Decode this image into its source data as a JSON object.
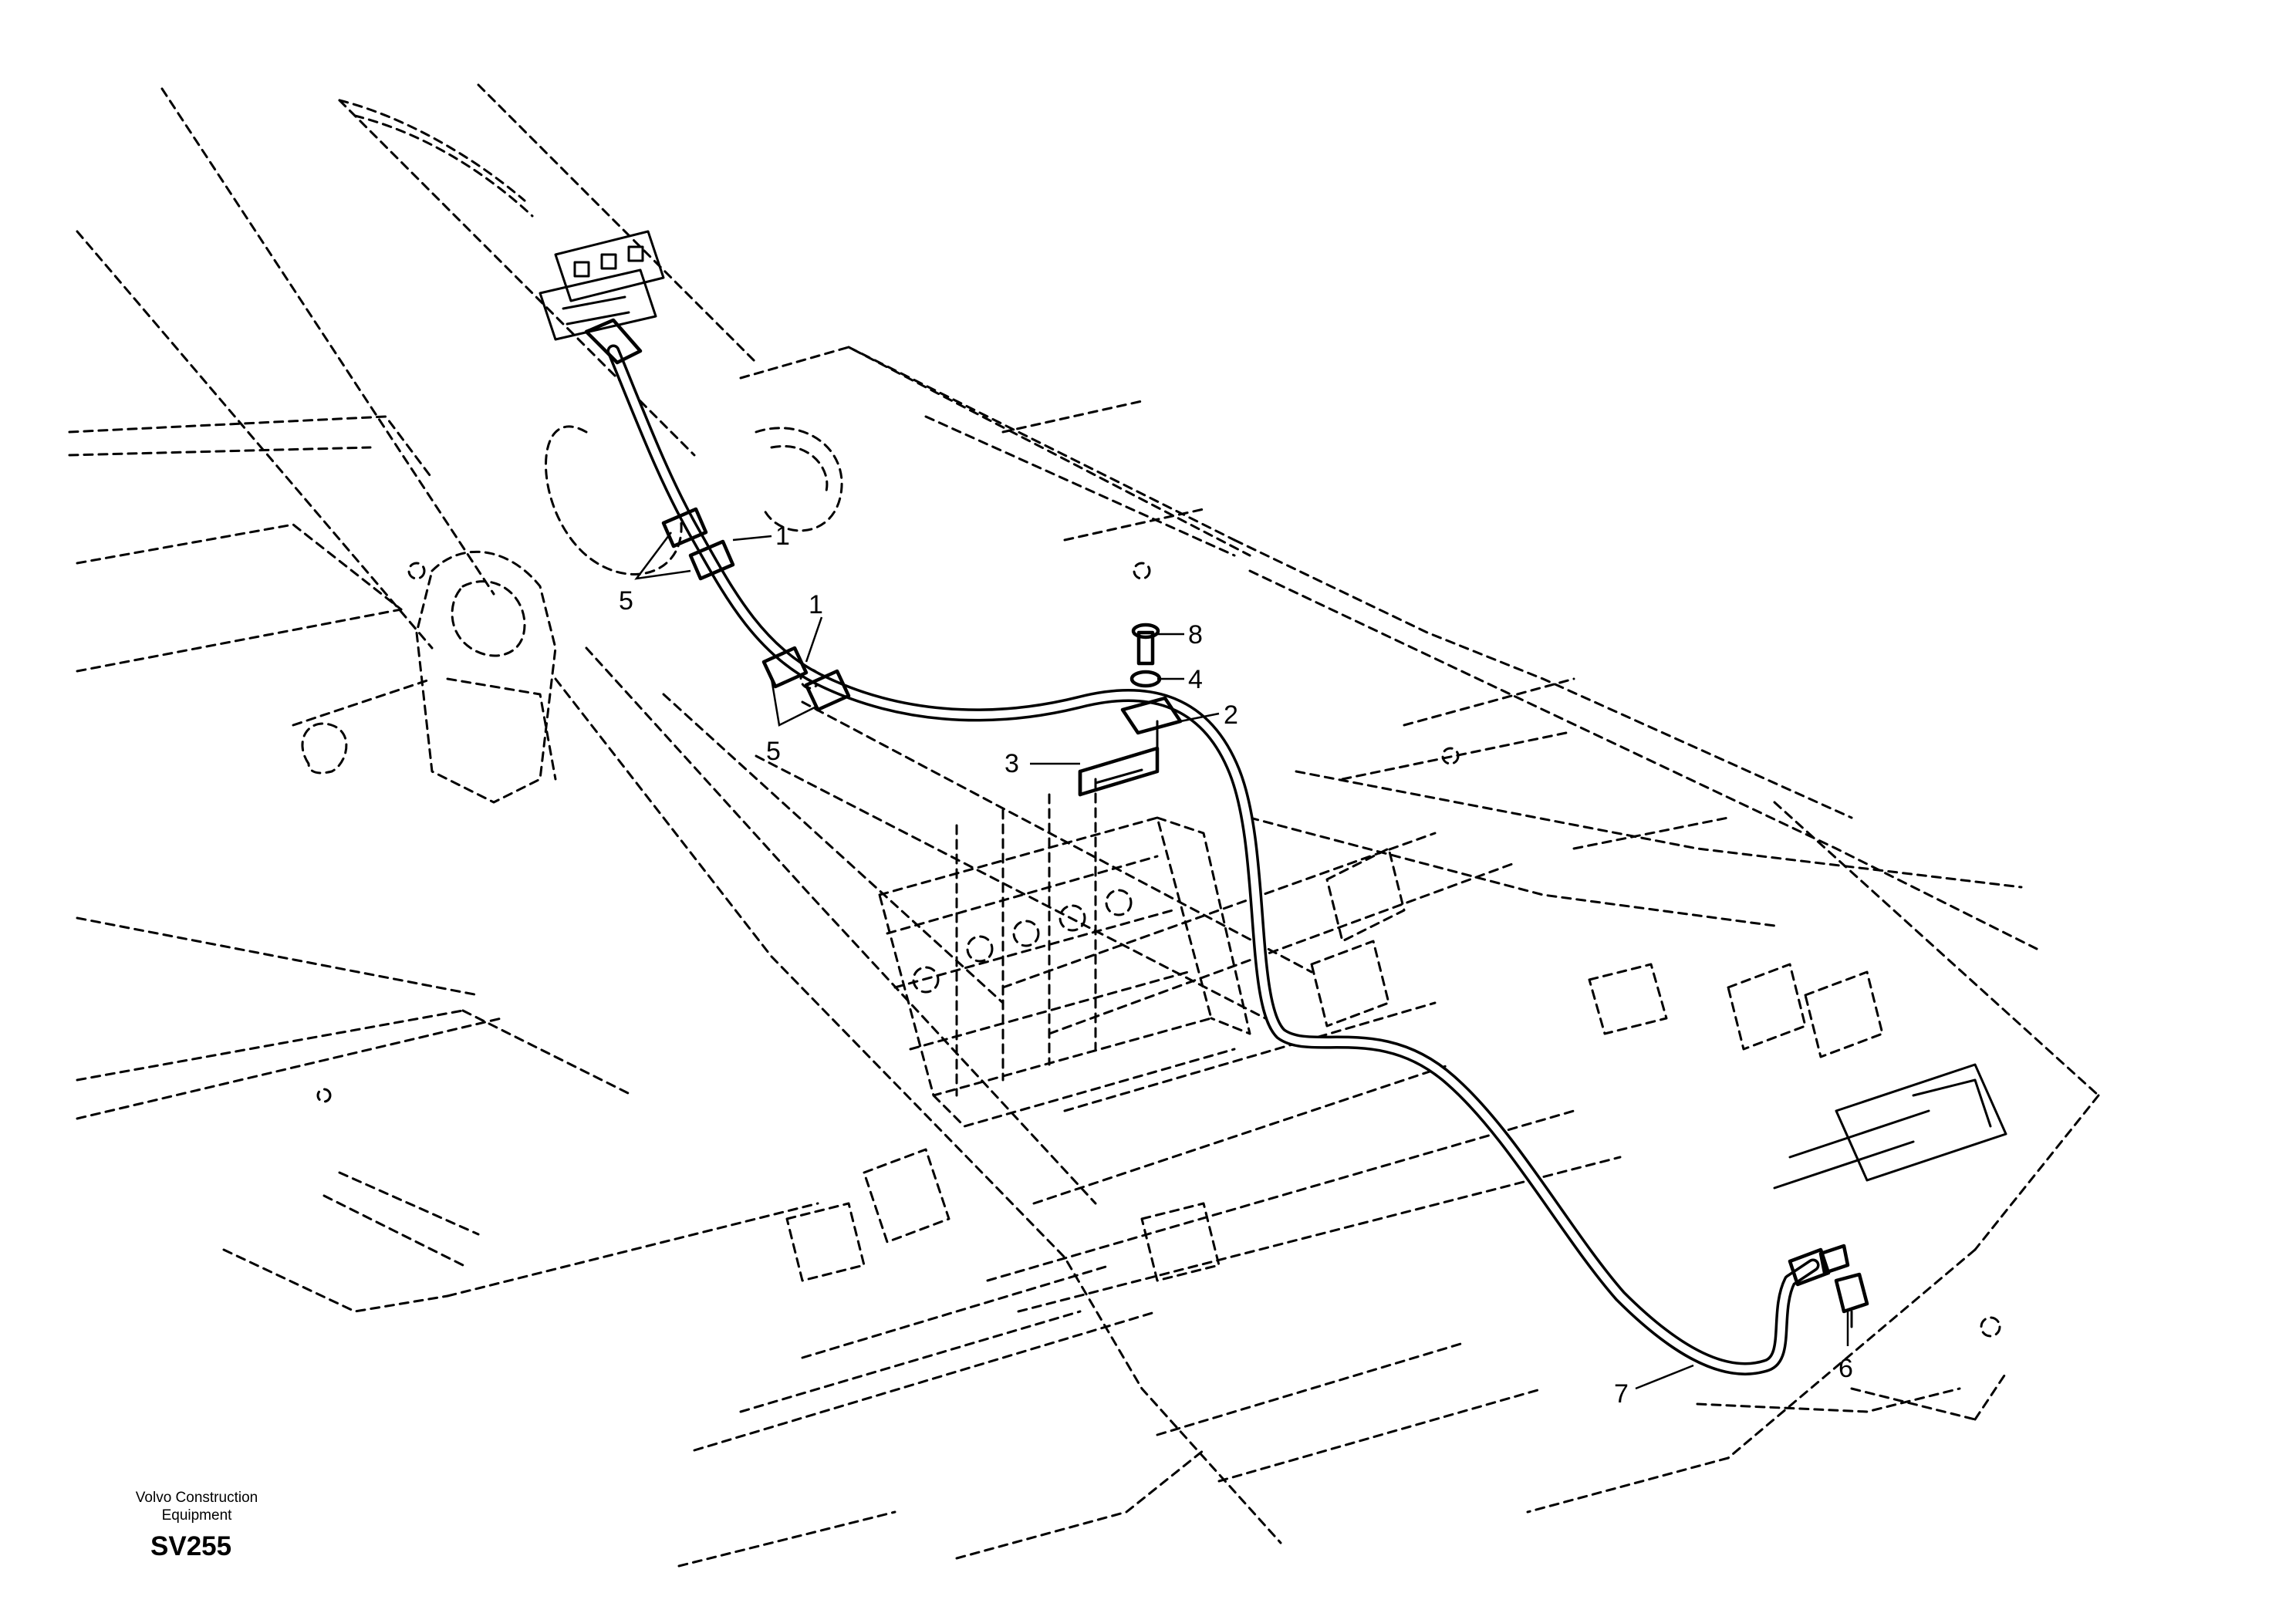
{
  "diagram": {
    "callouts": {
      "c1a": "1",
      "c1b": "1",
      "c2": "2",
      "c3": "3",
      "c4": "4",
      "c5a": "5",
      "c5b": "5",
      "c6": "6",
      "c7": "7",
      "c8": "8"
    }
  },
  "footer": {
    "brand_line1": "Volvo Construction",
    "brand_line2": "Equipment",
    "drawing_code": "SV255"
  }
}
